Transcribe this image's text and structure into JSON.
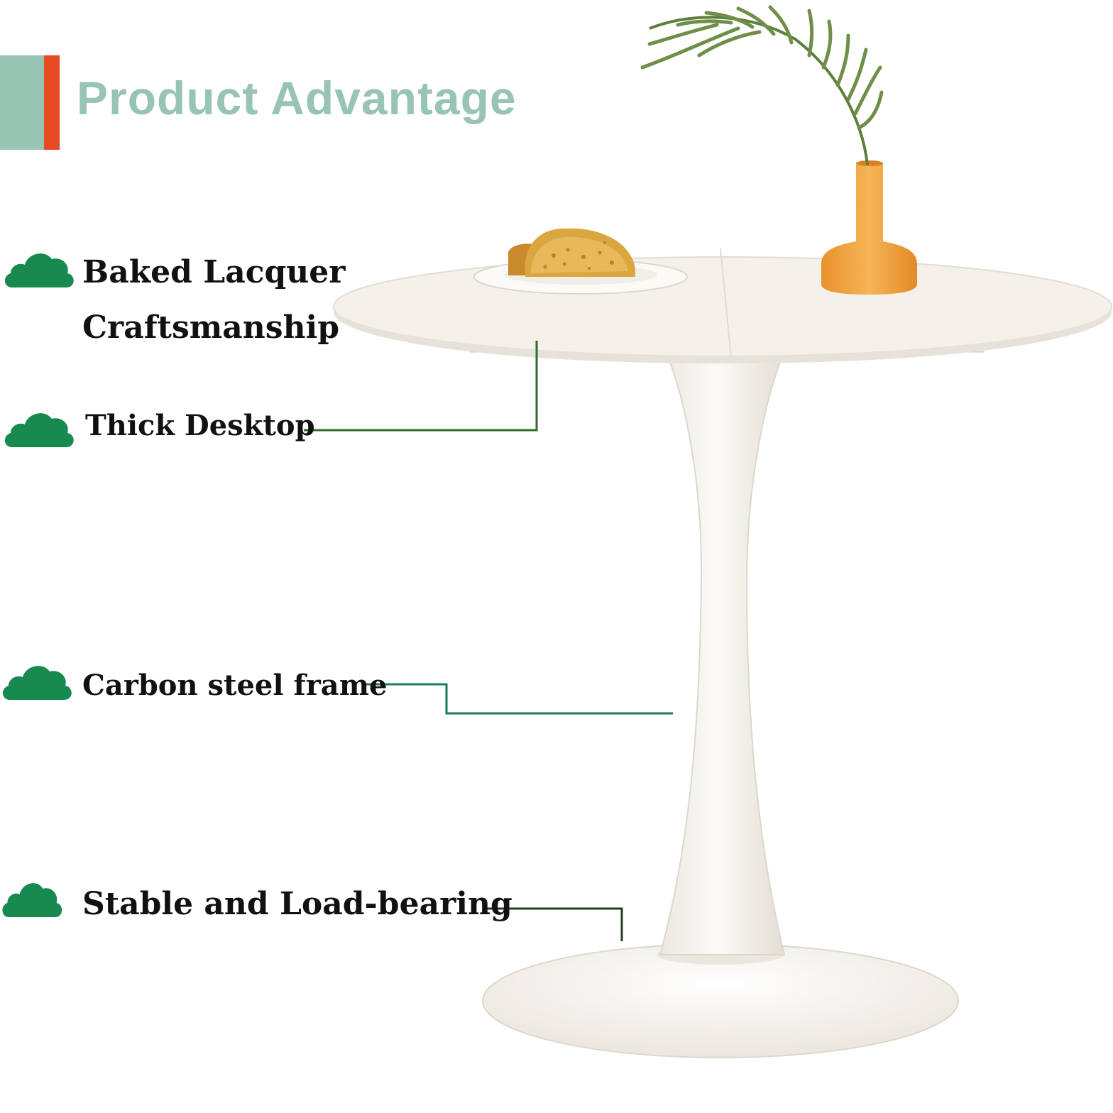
{
  "header": {
    "title": "Product Advantage",
    "accent_colors": {
      "teal": "#98c4b4",
      "red": "#e64a23"
    }
  },
  "features": [
    {
      "label_line1": "Baked Lacquer",
      "label_line2": "Craftsmanship",
      "icon": "cloud-icon"
    },
    {
      "label": "Thick Desktop",
      "icon": "cloud-icon"
    },
    {
      "label": "Carbon steel frame",
      "icon": "cloud-icon"
    },
    {
      "label": "Stable and Load-bearing",
      "icon": "cloud-icon"
    }
  ],
  "colors": {
    "icon_green": "#188a4f",
    "leader_line": "#2e6b2a",
    "table_white": "#f3f0ea",
    "vase_orange": "#f0a63d"
  }
}
